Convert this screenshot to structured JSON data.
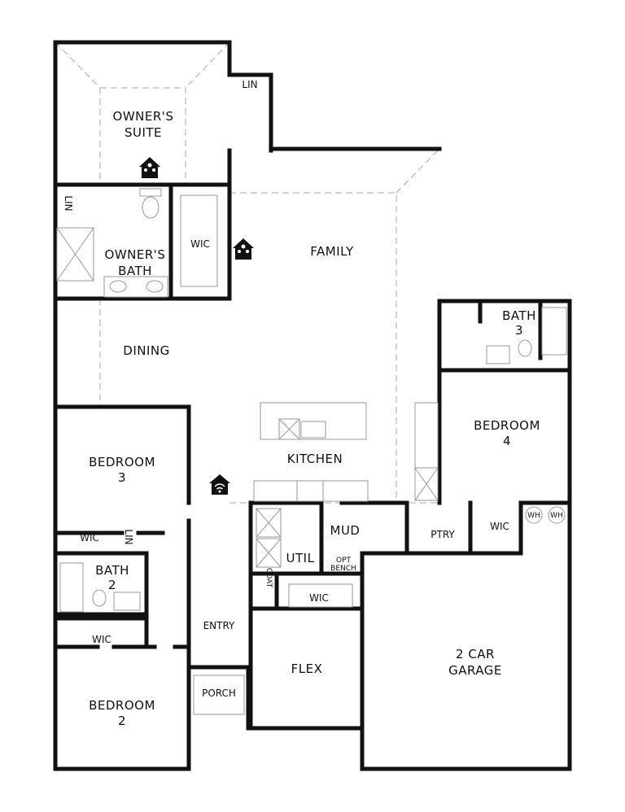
{
  "rooms": {
    "owners_suite": [
      "OWNER'S",
      "SUITE"
    ],
    "lin_top": "LIN",
    "lin_bath": "LIN",
    "lin_bath2": "LIN",
    "owners_bath": [
      "OWNER'S",
      "BATH"
    ],
    "wic_owner": "WIC",
    "family": "FAMILY",
    "dining": "DINING",
    "bath3": [
      "BATH",
      "3"
    ],
    "bedroom4": [
      "BEDROOM",
      "4"
    ],
    "kitchen": "KITCHEN",
    "bedroom3": [
      "BEDROOM",
      "3"
    ],
    "wic_bed3": "WIC",
    "bath2": [
      "BATH",
      "2"
    ],
    "wic_bed2": "WIC",
    "bedroom2": [
      "BEDROOM",
      "2"
    ],
    "util": "UTIL",
    "mud": "MUD",
    "opt_bench": [
      "OPT",
      "BENCH"
    ],
    "ptry": "PTRY",
    "wic_garage": "WIC",
    "wh1": "WH",
    "wh2": "WH",
    "coat": "COAT",
    "wic_flex": "WIC",
    "entry": "ENTRY",
    "porch": "PORCH",
    "flex": "FLEX",
    "garage": [
      "2 CAR",
      "GARAGE"
    ]
  }
}
